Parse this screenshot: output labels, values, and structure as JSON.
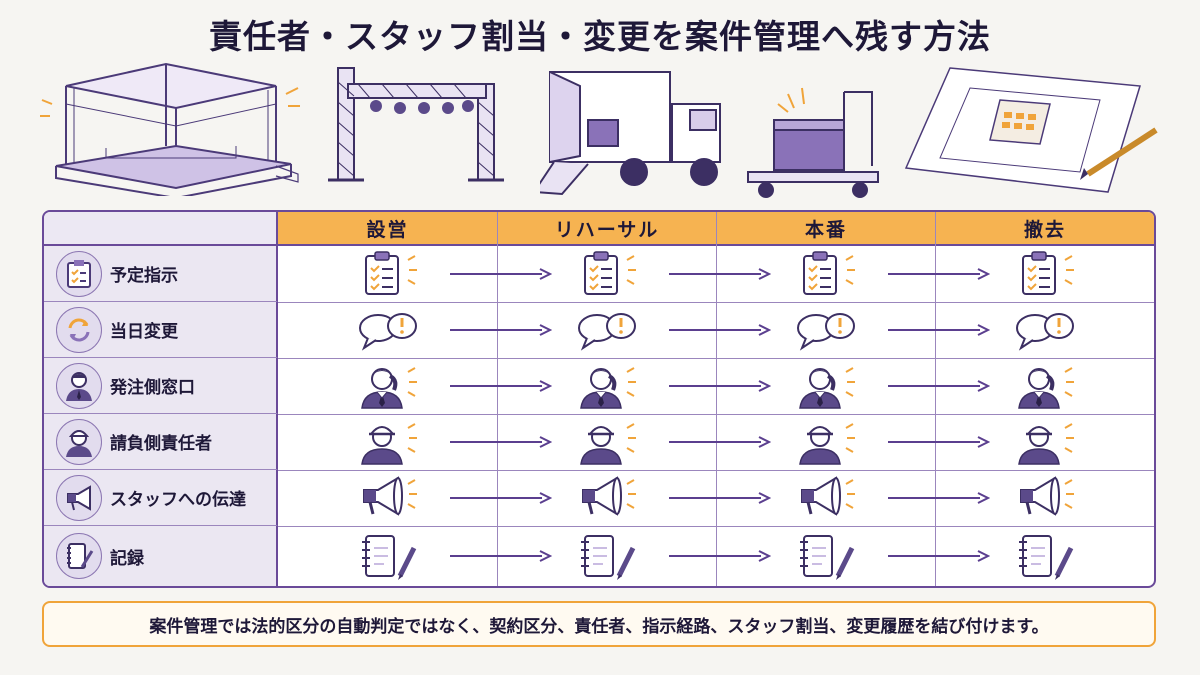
{
  "title": "責任者・スタッフ割当・変更を案件管理へ残す方法",
  "illustrations": [
    {
      "name": "stage-illustration"
    },
    {
      "name": "truss-illustration"
    },
    {
      "name": "truck-illustration"
    },
    {
      "name": "cart-illustration"
    },
    {
      "name": "floorplan-illustration"
    }
  ],
  "columns": [
    "設営",
    "リハーサル",
    "本番",
    "撤去"
  ],
  "rows": [
    {
      "label": "予定指示",
      "icon": "clipboard-icon"
    },
    {
      "label": "当日変更",
      "icon": "speech-bubble-icon"
    },
    {
      "label": "発注側窓口",
      "icon": "person-phone-icon"
    },
    {
      "label": "請負側責任者",
      "icon": "hardhat-worker-icon"
    },
    {
      "label": "スタッフへの伝達",
      "icon": "megaphone-icon"
    },
    {
      "label": "記録",
      "icon": "notebook-icon"
    }
  ],
  "colors": {
    "accent": "#f6b351",
    "purple": "#6a4a99",
    "orange": "#f0a43a"
  },
  "footer": "案件管理では法的区分の自動判定ではなく、契約区分、責任者、指示経路、スタッフ割当、変更履歴を結び付けます。"
}
